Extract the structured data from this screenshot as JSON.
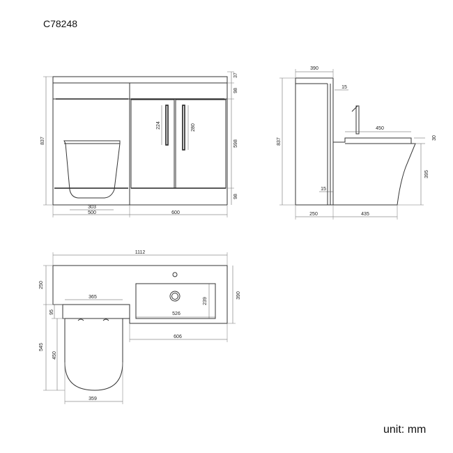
{
  "product_code": "C78248",
  "unit_label": "unit: mm",
  "front_view": {
    "dims": {
      "top_worktop": "37",
      "upper_panel": "98",
      "cabinet_height": "598",
      "plinth": "98",
      "total_height": "837",
      "handle_left": "224",
      "handle_right": "280",
      "toilet_width": "303",
      "toilet_section": "500",
      "vanity_section": "600"
    }
  },
  "side_view": {
    "dims": {
      "depth": "390",
      "gap_top": "15",
      "pan_length": "450",
      "pan_top": "30",
      "height": "837",
      "pan_height": "395",
      "gap_bottom": "15",
      "rear_depth": "250",
      "pan_projection": "435"
    }
  },
  "top_view": {
    "dims": {
      "total_width": "1112",
      "basin_depth": "390",
      "rear_zone": "250",
      "toilet_top": "95",
      "toilet_depth": "545",
      "seat_depth": "450",
      "seat_width": "365",
      "toilet_base": "359",
      "basin_width": "526",
      "basin_inner": "239",
      "vanity_width": "606"
    }
  }
}
